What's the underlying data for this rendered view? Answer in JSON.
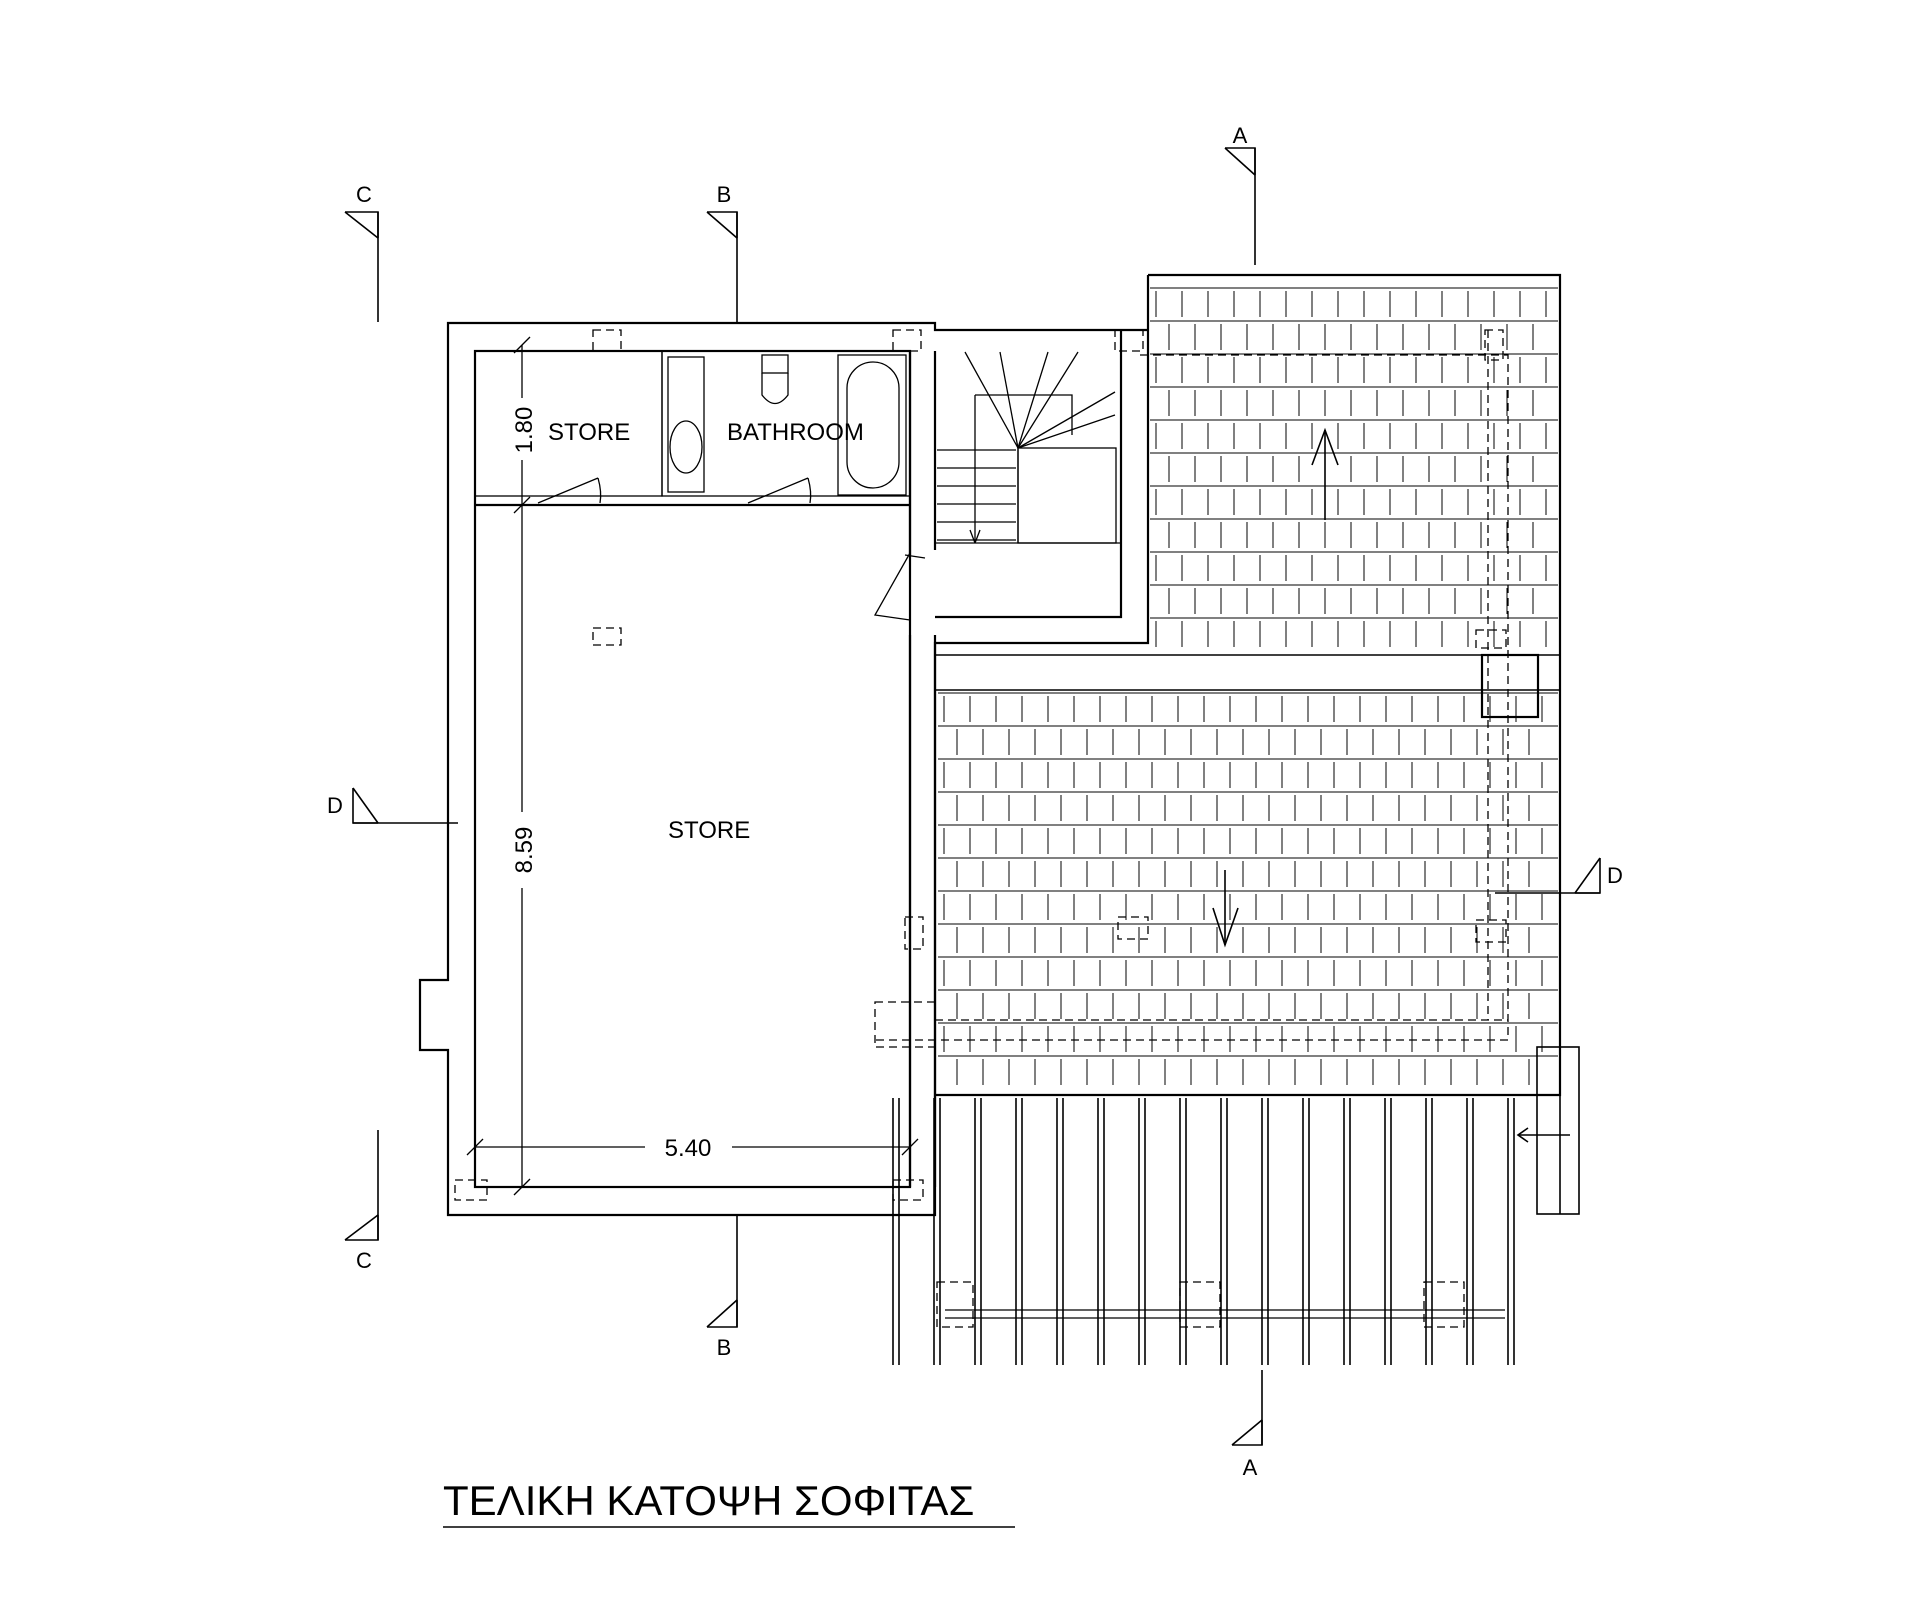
{
  "title": "ΤΕΛΙΚΗ ΚΑΤΟΨΗ ΣΟΦΙΤΑΣ",
  "rooms": {
    "store_small": "STORE",
    "bathroom": "BATHROOM",
    "store_main": "STORE"
  },
  "dimensions": {
    "store_depth": "1.80",
    "main_length": "8.59",
    "main_width": "5.40"
  },
  "sections": {
    "a_top": "A",
    "a_bottom": "A",
    "b_top": "B",
    "b_bottom": "B",
    "c_top": "C",
    "c_bottom": "C",
    "d_left": "D",
    "d_right": "D"
  }
}
